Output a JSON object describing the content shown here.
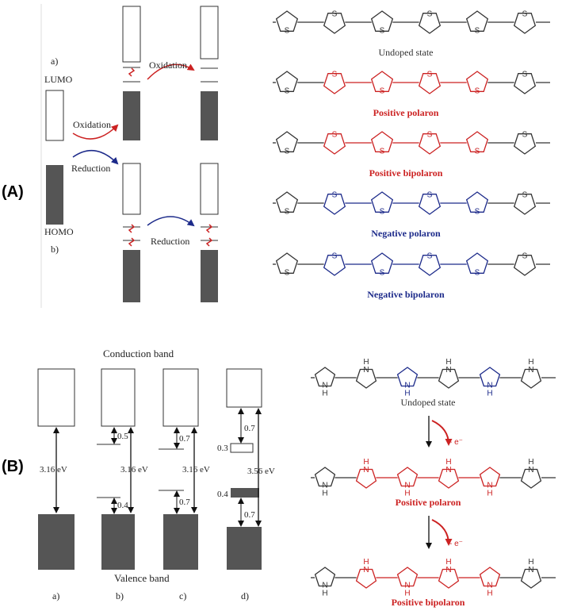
{
  "panel_labels": {
    "a": "(A)",
    "b": "(B)"
  },
  "panelA": {
    "sub_a": "a)",
    "sub_b": "b)",
    "lumo": "LUMO",
    "homo": "HOMO",
    "oxidation_1": "Oxidation",
    "oxidation_2": "Oxidation",
    "reduction_1": "Reduction",
    "reduction_2": "Reduction",
    "chains": [
      {
        "caption": "Undoped state",
        "color": "#333333"
      },
      {
        "caption": "Positive polaron",
        "color": "#cc2222"
      },
      {
        "caption": "Positive bipolaron",
        "color": "#cc2222"
      },
      {
        "caption": "Negative polaron",
        "color": "#1c2a8a"
      },
      {
        "caption": "Negative bipolaron",
        "color": "#1c2a8a"
      }
    ],
    "heteroatom": "S"
  },
  "panelB": {
    "conduction_band": "Conduction band",
    "valence_band": "Valence band",
    "gaps": {
      "a": "3.16 eV",
      "b": "3.16 eV",
      "c": "3.16 eV",
      "d": "3.56 eV"
    },
    "levels": {
      "b_top": "0.5",
      "b_bottom": "0.4",
      "c_top": "0.7",
      "c_bottom": "0.7",
      "d_top": "0.7",
      "d_mid_upper": "0.3",
      "d_mid_lower": "0.4",
      "d_bottom": "0.7"
    },
    "column_labels": [
      "a)",
      "b)",
      "c)",
      "d)"
    ],
    "chains": [
      {
        "caption": "Undoped state",
        "color": "#333333"
      },
      {
        "caption": "Positive polaron",
        "color": "#cc2222"
      },
      {
        "caption": "Positive bipolaron",
        "color": "#cc2222"
      }
    ],
    "electron_label": "- e⁻",
    "heteroatom": "N",
    "hydrogen": "H"
  },
  "colors": {
    "band_fill": "#555555",
    "red": "#cc2222",
    "blue": "#1c2a8a",
    "arrow_red": "#cc2222",
    "arrow_blue": "#1c2a8a"
  }
}
